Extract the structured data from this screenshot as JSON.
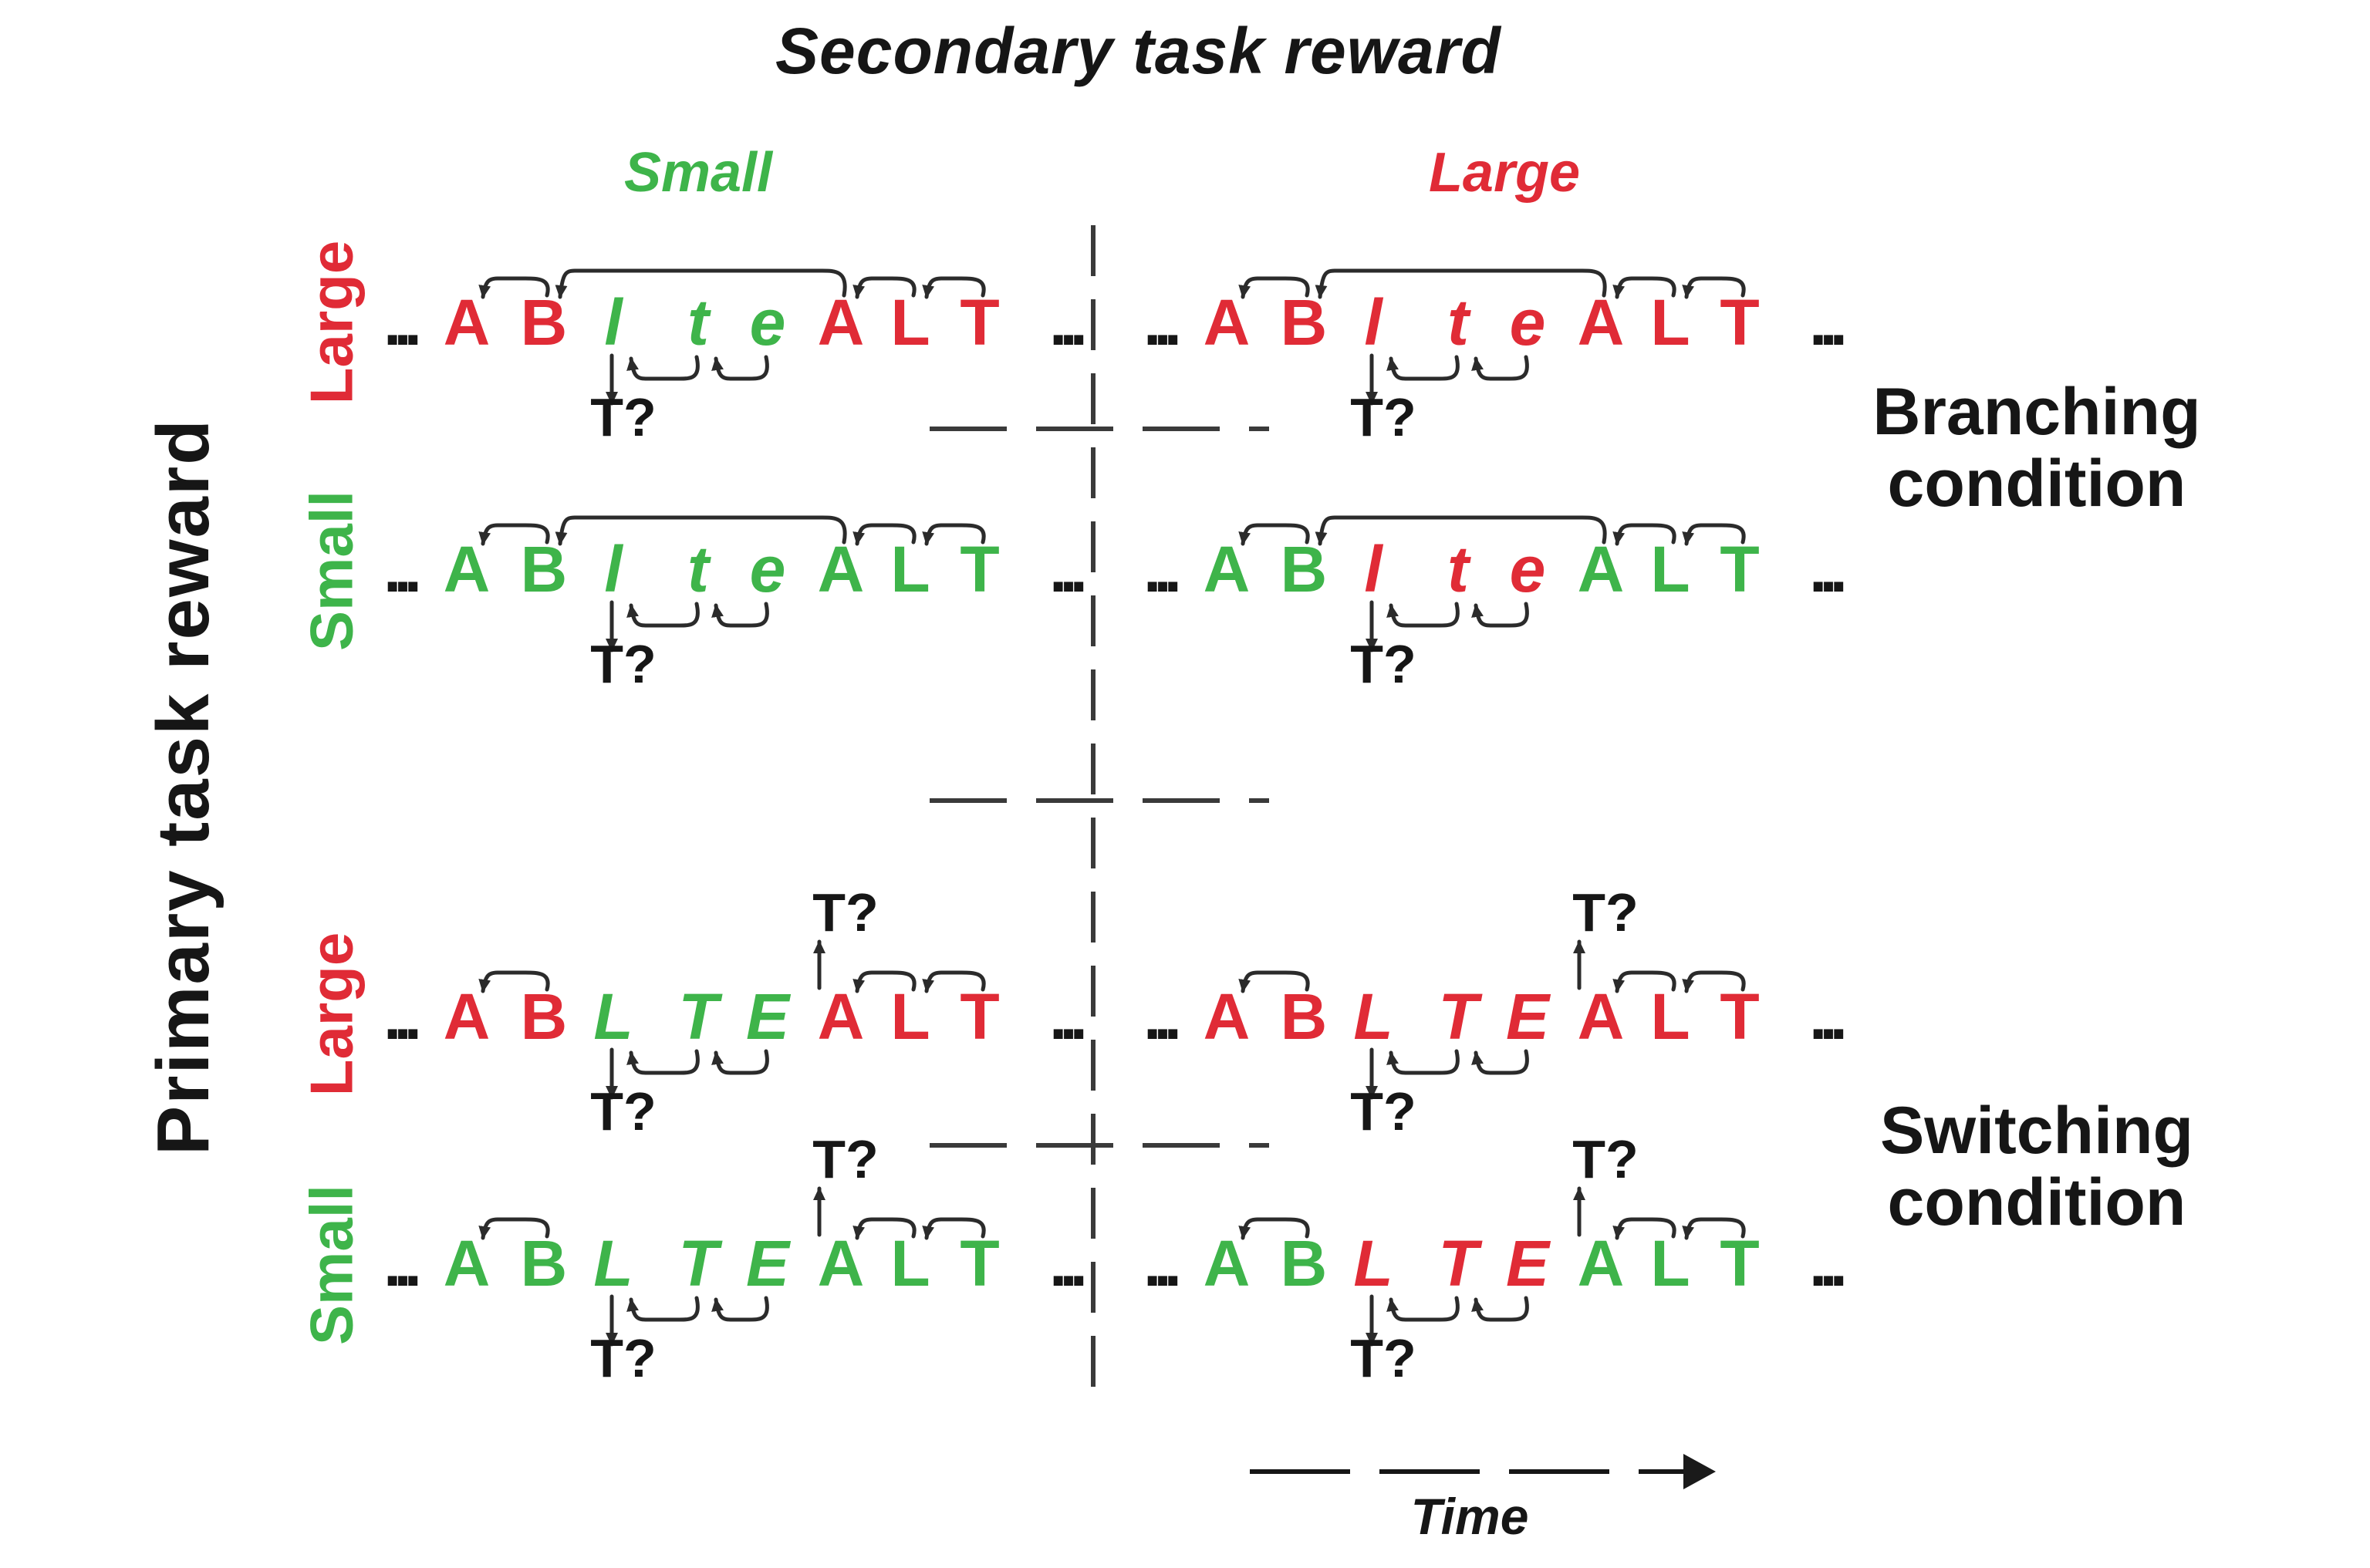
{
  "figure": {
    "title": "Secondary task reward",
    "left_axis_label": "Primary task reward",
    "time_label": "Time",
    "t_query_label": "T?",
    "ellipsis": "...",
    "condition_labels": {
      "branching": [
        "Branching",
        "condition"
      ],
      "switching": [
        "Switching",
        "condition"
      ]
    },
    "secondary_columns": [
      {
        "label": "Small",
        "reward": "small"
      },
      {
        "label": "Large",
        "reward": "large"
      }
    ],
    "primary_rows": [
      {
        "label": "Large",
        "reward": "large",
        "condition": "branching"
      },
      {
        "label": "Small",
        "reward": "small",
        "condition": "branching"
      },
      {
        "label": "Large",
        "reward": "large",
        "condition": "switching"
      },
      {
        "label": "Small",
        "reward": "small",
        "condition": "switching"
      }
    ],
    "sequences": {
      "branching": {
        "primary_pre": [
          "A",
          "B"
        ],
        "secondary": [
          "l",
          "t",
          "e"
        ],
        "primary_post": [
          "A",
          "L",
          "T"
        ]
      },
      "switching": {
        "primary_pre": [
          "A",
          "B"
        ],
        "secondary": [
          "L",
          "T",
          "E"
        ],
        "primary_post": [
          "A",
          "L",
          "T"
        ]
      }
    },
    "colors": {
      "small_reward_green": "#3eb44a",
      "large_reward_red": "#e02b36",
      "text_black": "#161616",
      "arrow_dark": "#2b2b2b",
      "dash_line": "#3a3a3a"
    }
  }
}
